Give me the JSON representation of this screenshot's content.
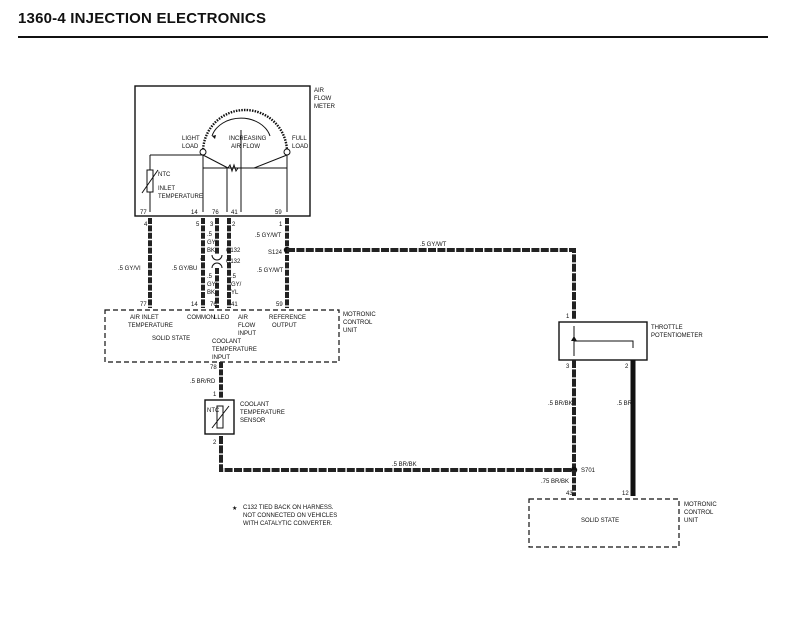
{
  "header": {
    "title": "1360-4   INJECTION ELECTRONICS"
  },
  "afm": {
    "label": [
      "AIR",
      "FLOW",
      "METER"
    ],
    "light_load": [
      "LIGHT",
      "LOAD"
    ],
    "increasing": [
      "INCREASING",
      "AIR FLOW"
    ],
    "full_load": [
      "FULL",
      "LOAD"
    ],
    "ntc": "NTC",
    "inlet": [
      "INLET",
      "TEMPERATURE"
    ],
    "pins": [
      "77",
      "14",
      "76",
      "41",
      "59"
    ]
  },
  "wires": {
    "pin4": "4",
    "pin5": "5",
    "pin3": "3",
    "pin2": "2",
    "pin1": "1",
    "gy_vi": ".5 GY/VI",
    "gy_bu": ".5 GY/BU",
    "gy_bk_top": [
      ".5",
      "GY/",
      "BK"
    ],
    "c132_a": "C132",
    "c132_b": "C132",
    "star": "*",
    "gy_bk_bot": [
      ".5",
      "GY/",
      "BK"
    ],
    "gy_yl": [
      ".5",
      "GY/",
      "YL"
    ],
    "gy_wt_1": ".5 GY/WT",
    "gy_wt_2": ".5 GY/WT",
    "gy_wt_3": ".5 GY/WT",
    "s124": "S124",
    "br_rd": ".5 BR/RD",
    "br_bk_1": ".5 BR/BK",
    "br_bk_2": ".5 BR/BK",
    "br_bk_3": ".75 BR/BK",
    "br_bk_4": ".5 BR",
    "s701": "S701"
  },
  "mcu1": {
    "label": [
      "MOTRONIC",
      "CONTROL",
      "UNIT"
    ],
    "pins": [
      "77",
      "14",
      "76",
      "41",
      "59"
    ],
    "air_inlet": [
      "AIR INLET",
      "TEMPERATURE"
    ],
    "common": "COMMON",
    "lleo": "LLEO",
    "air_flow": [
      "AIR",
      "FLOW",
      "INPUT"
    ],
    "reference": [
      "REFERENCE",
      "OUTPUT"
    ],
    "solid_state": "SOLID STATE",
    "coolant": [
      "COOLANT",
      "TEMPERATURE",
      "INPUT"
    ],
    "pin78": "78"
  },
  "coolant_sensor": {
    "label": [
      "COOLANT",
      "TEMPERATURE",
      "SENSOR"
    ],
    "ntc": "NTC",
    "pin1": "1",
    "pin2": "2"
  },
  "throttle": {
    "label": [
      "THROTTLE",
      "POTENTIOMETER"
    ],
    "pin1": "1",
    "pin3": "3",
    "pin2": "2"
  },
  "mcu2": {
    "label": [
      "MOTRONIC",
      "CONTROL",
      "UNIT"
    ],
    "solid_state": "SOLID STATE",
    "pin43": "43",
    "pin12": "12"
  },
  "note": {
    "star": "★",
    "lines": [
      "C132 TIED BACK ON HARNESS.",
      "NOT CONNECTED ON VEHICLES",
      "WITH CATALYTIC CONVERTER."
    ]
  }
}
